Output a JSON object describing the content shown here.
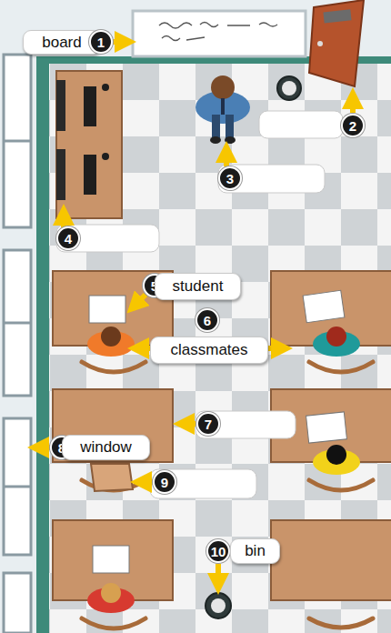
{
  "diagram": {
    "labels": [
      "board",
      "1",
      "2",
      "3",
      "4",
      "5",
      "student",
      "6",
      "classmates",
      "7",
      "8",
      "window",
      "9",
      "10",
      "bin"
    ]
  }
}
